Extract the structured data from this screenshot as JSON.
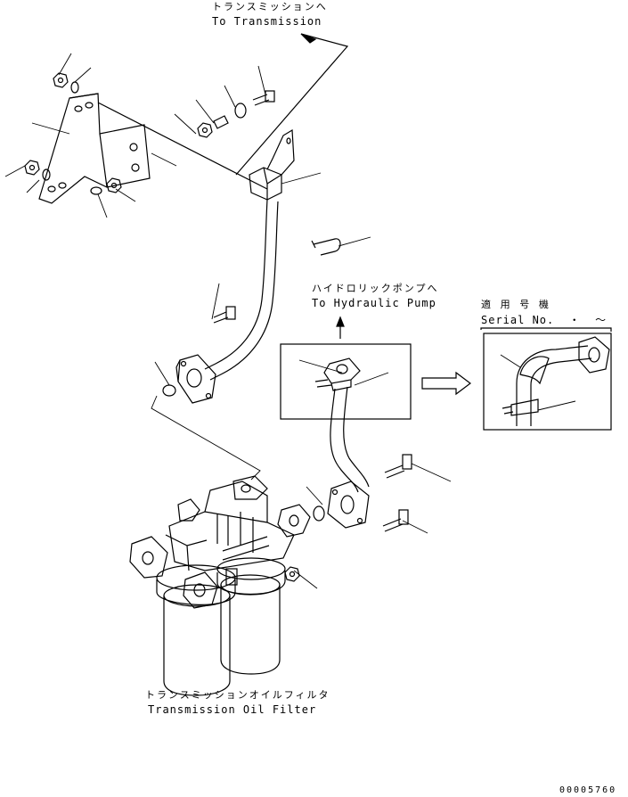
{
  "labels": {
    "to_transmission_jp": "トランスミッションへ",
    "to_transmission_en": "To Transmission",
    "to_hydraulic_pump_jp": "ハイドロリックポンプへ",
    "to_hydraulic_pump_en": "To Hydraulic Pump",
    "serial_jp": "適 用 号 機",
    "serial_en": "Serial No.  ・  ～",
    "filter_jp": "トランスミッションオイルフィルタ",
    "filter_en": "Transmission Oil Filter",
    "drawing_number": "00005760"
  }
}
